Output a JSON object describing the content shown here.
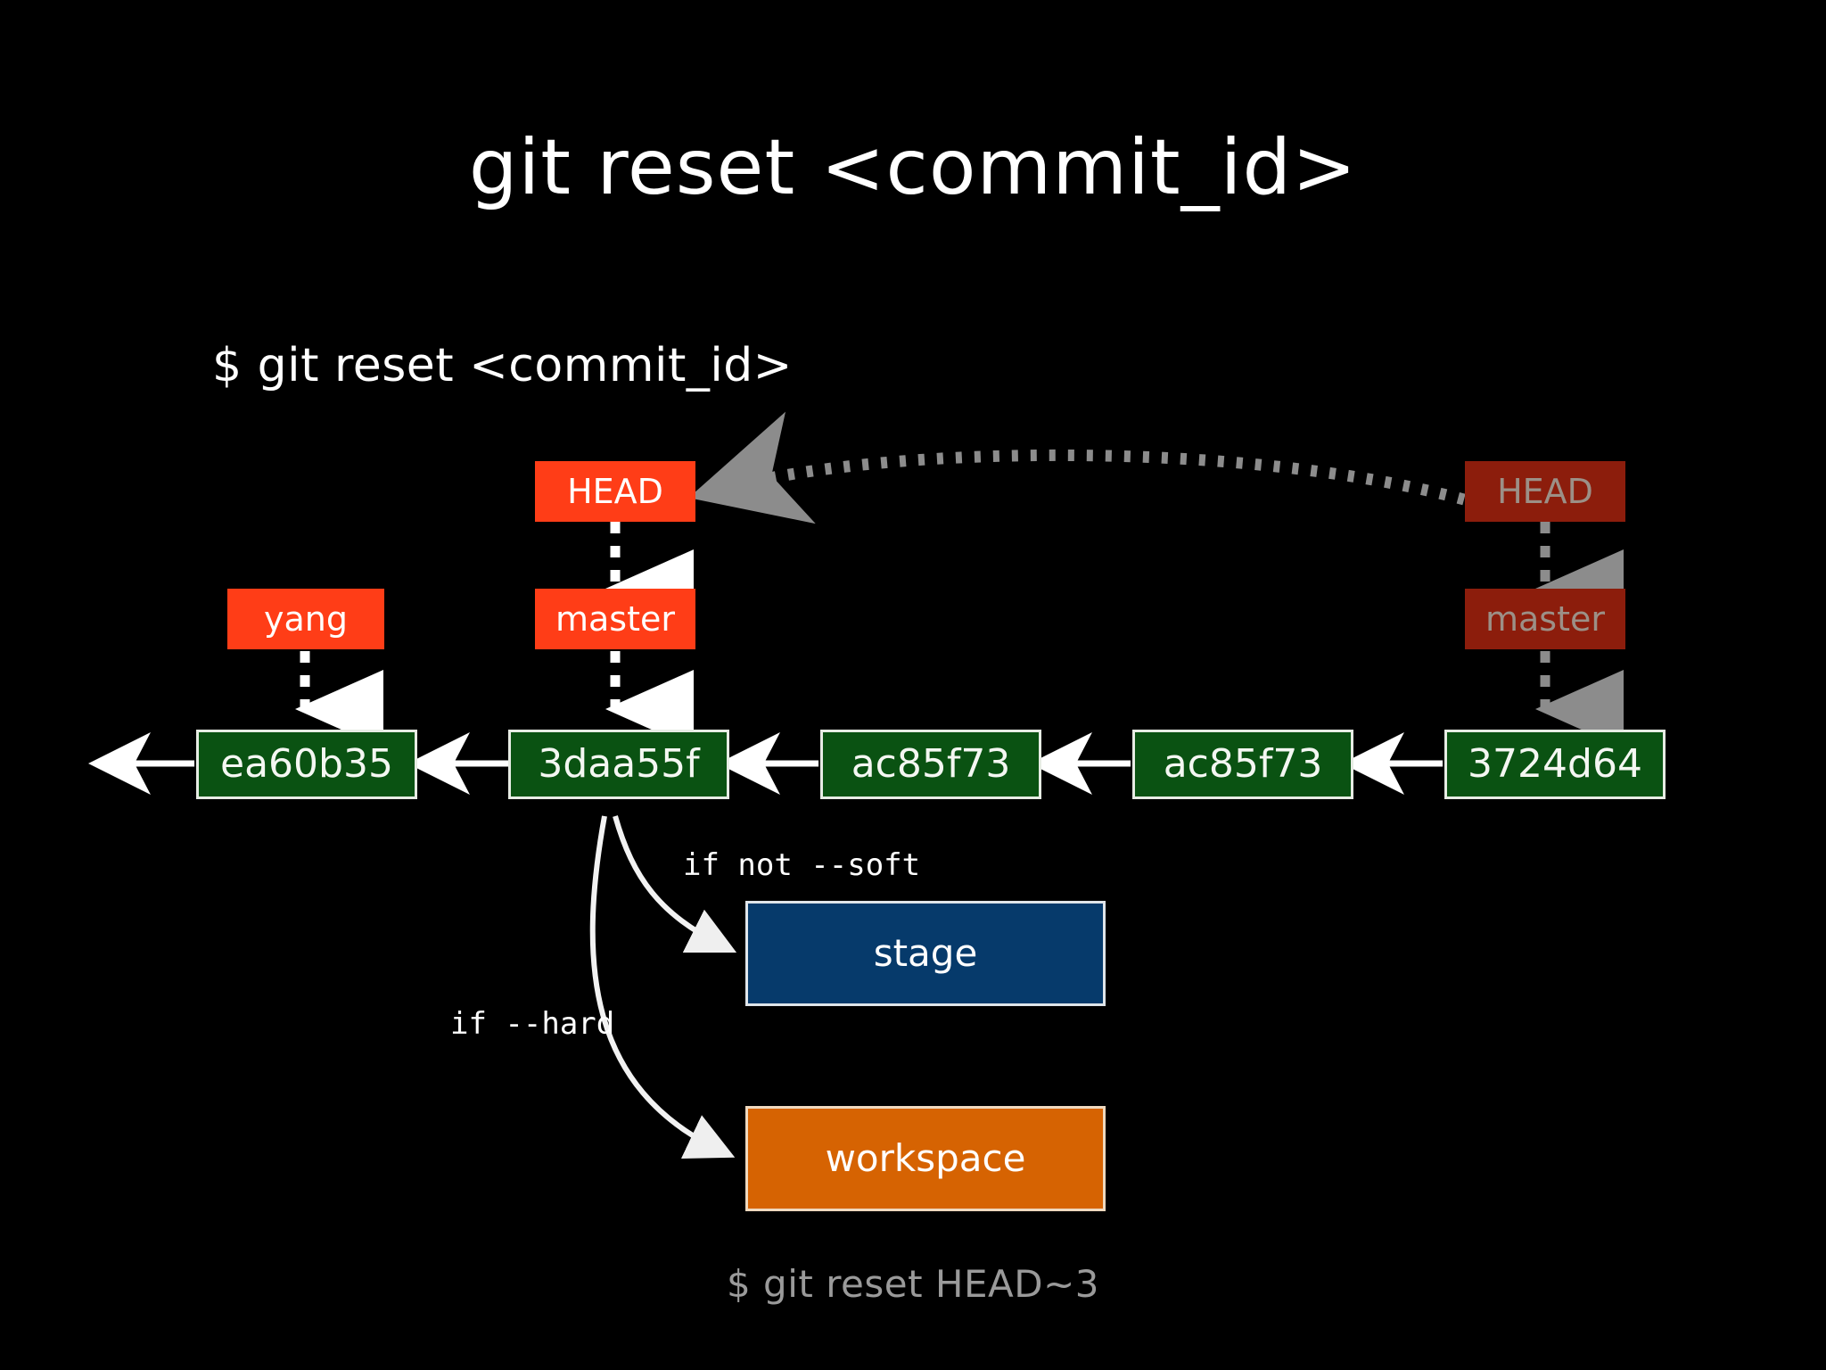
{
  "slide": {
    "title": "git reset <commit_id>",
    "command": "$ git reset <commit_id>",
    "caption": "$ git reset HEAD~3",
    "background_color": "#000000"
  },
  "colors": {
    "ref_active": "#ff3d17",
    "ref_faded": "#8c1d0c",
    "ref_faded_text": "#9c9087",
    "commit": "#0a5212",
    "commit_border": "#e7ece4",
    "stage": "#063a6b",
    "workspace": "#d66302",
    "arrow_white": "#ffffff",
    "arrow_gray": "#8c8c8c",
    "caption_text": "#9a9a9a"
  },
  "refs": {
    "head_new": "HEAD",
    "master_new": "master",
    "yang": "yang",
    "head_old": "HEAD",
    "master_old": "master"
  },
  "commits": [
    {
      "id": "ea60b35"
    },
    {
      "id": "3daa55f"
    },
    {
      "id": "ac85f73"
    },
    {
      "id": "ac85f73"
    },
    {
      "id": "3724d64"
    }
  ],
  "areas": {
    "stage": "stage",
    "workspace": "workspace"
  },
  "edge_labels": {
    "not_soft": "if not --soft",
    "hard": "if --hard"
  }
}
